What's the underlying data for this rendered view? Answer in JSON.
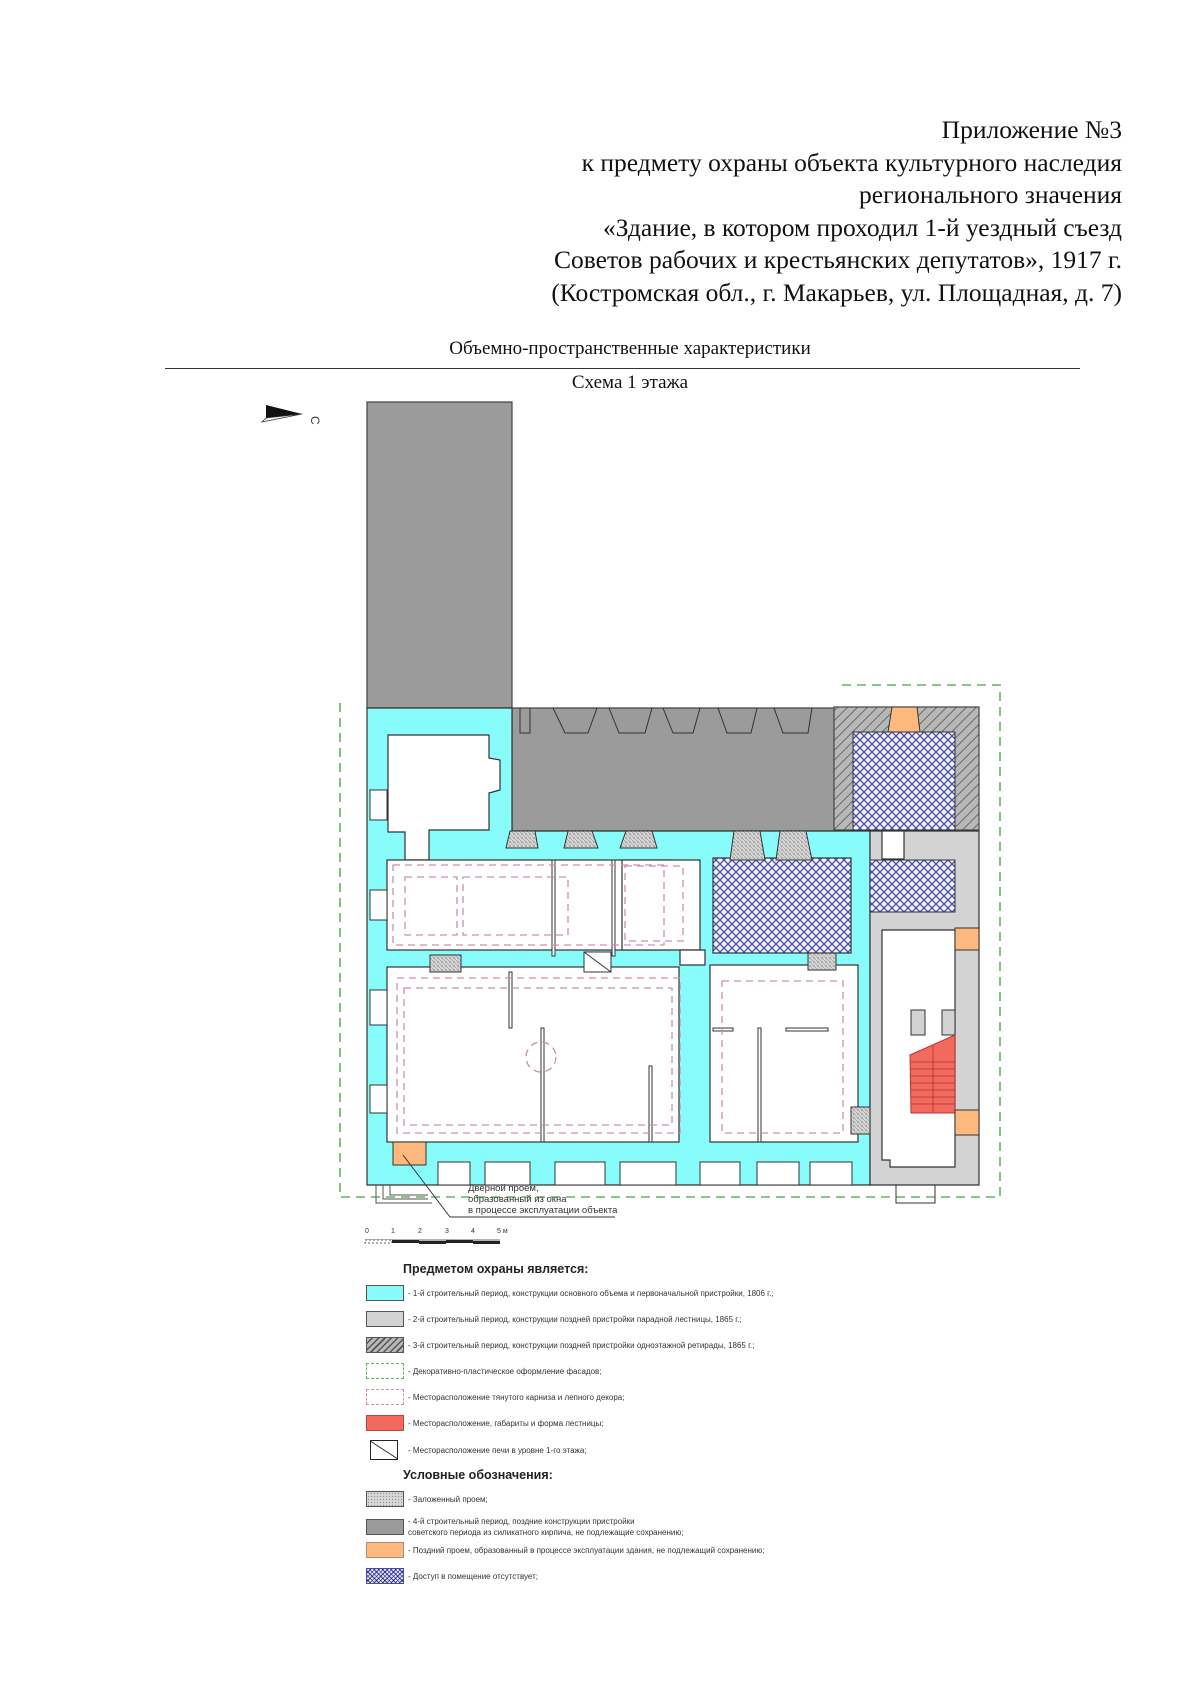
{
  "header": {
    "lines": [
      "Приложение №3",
      "к предмету охраны объекта культурного наследия",
      "регионального значения",
      "«Здание, в котором проходил 1-й уездный съезд",
      "Советов рабочих и крестьянских депутатов», 1917 г.",
      "(Костромская обл., г. Макарьев, ул. Площадная, д. 7)"
    ]
  },
  "section_title": "Объемно-пространственные характеристики",
  "plan_title": "Схема 1 этажа",
  "north_arrow": {
    "icon": "north-arrow-icon",
    "label": "С"
  },
  "callout": {
    "lines": [
      "Дверной проем,",
      "образованный из окна",
      "в процессе эксплуатации объекта"
    ]
  },
  "scale_bar": {
    "ticks": [
      "0",
      "1",
      "2",
      "3",
      "4",
      "5 м"
    ]
  },
  "legend": {
    "protected_heading": "Предметом охраны является:",
    "protected_items": [
      {
        "swatch": "cyan-fill",
        "color": "#88fbfb",
        "text": "- 1-й строительный период, конструкции основного объема и первоначальной пристройки, 1806 г.;"
      },
      {
        "swatch": "light-gray-fill",
        "color": "#d3d3d3",
        "text": "- 2-й строительный период, конструкции поздней пристройки парадной лестницы, 1865 г.;"
      },
      {
        "swatch": "gray-hatch",
        "color": "#a8a8a8",
        "text": "- 3-й строительный период, конструкции поздней пристройки одноэтажной ретирады, 1865 г.;"
      },
      {
        "swatch": "green-dashed",
        "color": "#5cb85c",
        "text": "- Декоративно-пластическое оформление фасадов;"
      },
      {
        "swatch": "pink-dashed",
        "color": "#c98fb5",
        "text": "- Месторасположение тянутого карниза и лепного декора;"
      },
      {
        "swatch": "red-fill",
        "color": "#f26a5e",
        "text": "- Месторасположение, габариты и форма лестницы;"
      },
      {
        "swatch": "stove-diagonal",
        "color": "#222222",
        "text": "- Месторасположение печи в уровне 1-го этажа;"
      }
    ],
    "symbols_heading": "Условные обозначения:",
    "symbol_items": [
      {
        "swatch": "gray-crosshatch",
        "color": "#c8c8c8",
        "text": "- Заложенный проем;"
      },
      {
        "swatch": "dark-gray-fill",
        "color": "#9b9b9b",
        "text": "- 4-й строительный период, поздние конструкции пристройки",
        "text2": "советского периода из силикатного кирпича, не подлежащие сохранению;"
      },
      {
        "swatch": "orange-fill",
        "color": "#fdb97d",
        "text": "- Поздний проем, образованный в процессе эксплуатации здания, не подлежащий сохранению;"
      },
      {
        "swatch": "blue-crosshatch",
        "color": "#5050a0",
        "text": "- Доступ в помещение отсутствует;"
      }
    ]
  }
}
